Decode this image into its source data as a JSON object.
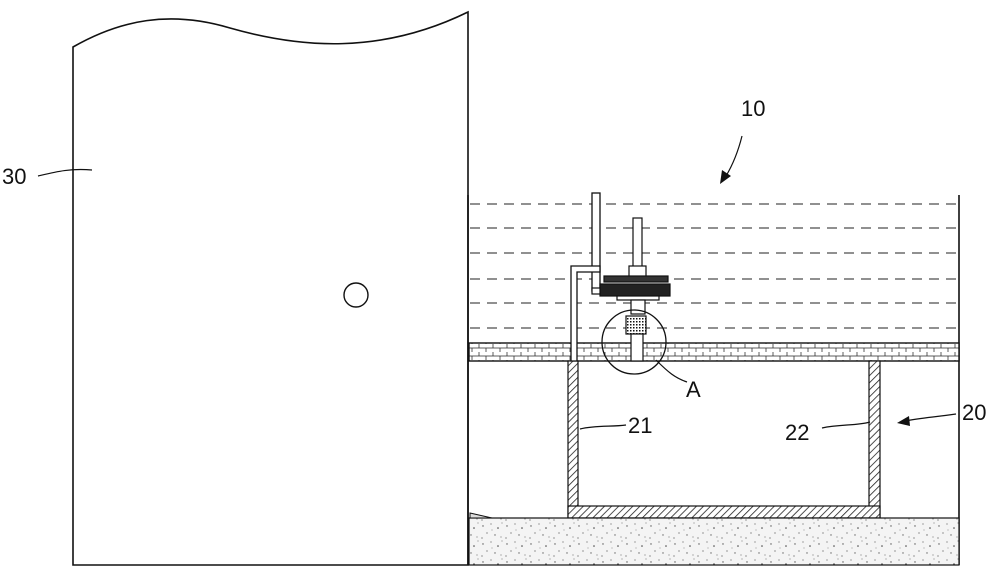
{
  "labels": {
    "l10": "10",
    "l20": "20",
    "l21": "21",
    "l22": "22",
    "l30": "30",
    "lA": "A"
  },
  "colors": {
    "line": "#111111",
    "hatch": "#222222",
    "sand": "#f2f2f2"
  }
}
